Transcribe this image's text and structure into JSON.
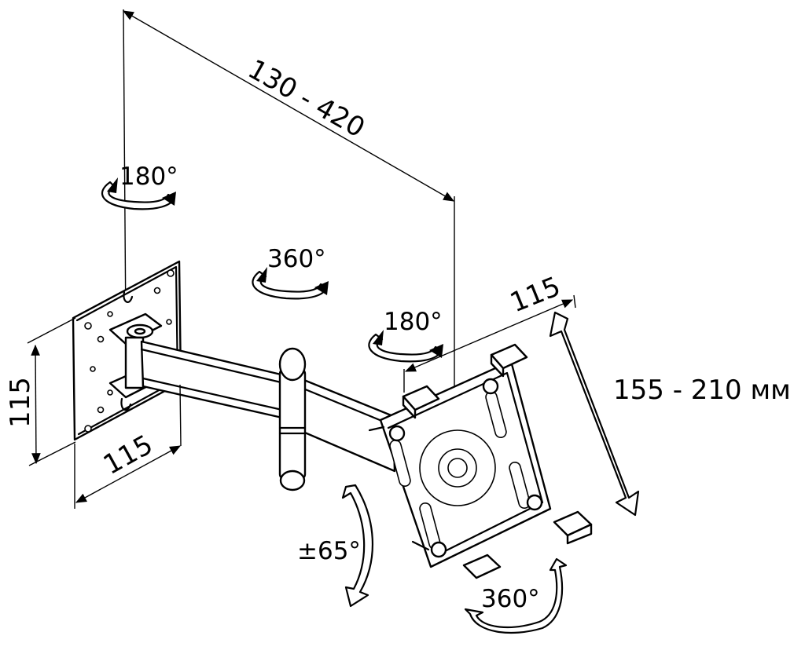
{
  "dimensions": {
    "arm_reach": "130 - 420",
    "wall_plate_height": "115",
    "wall_plate_width": "115",
    "bracket_width": "115",
    "tablet_range": "155 - 210 мм"
  },
  "rotations": {
    "wall_swivel": "180°",
    "elbow_swivel": "360°",
    "head_swivel": "180°",
    "tilt": "±65°",
    "head_rotation": "360°"
  }
}
